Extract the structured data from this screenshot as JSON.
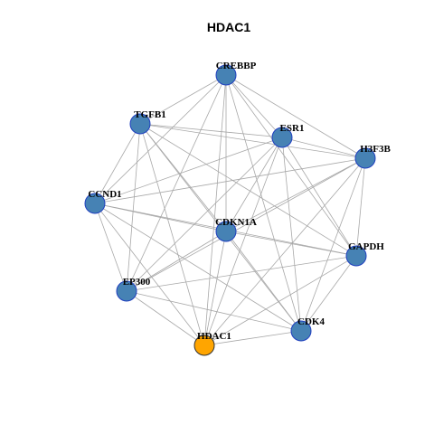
{
  "title": "HDAC1",
  "colors": {
    "node": "#4682b4",
    "node_border": "#1f3fbf",
    "focus_node": "#ffa500",
    "focus_border": "#333333",
    "edge": "#a8a8a8"
  },
  "focus": "HDAC1",
  "nodes": [
    {
      "id": "CREBBP"
    },
    {
      "id": "TGFB1"
    },
    {
      "id": "ESR1"
    },
    {
      "id": "H3F3B"
    },
    {
      "id": "CCND1"
    },
    {
      "id": "CDKN1A"
    },
    {
      "id": "GAPDH"
    },
    {
      "id": "EP300"
    },
    {
      "id": "CDK4"
    },
    {
      "id": "HDAC1"
    }
  ],
  "edges": [
    [
      "CREBBP",
      "TGFB1"
    ],
    [
      "CREBBP",
      "ESR1"
    ],
    [
      "CREBBP",
      "H3F3B"
    ],
    [
      "CREBBP",
      "CCND1"
    ],
    [
      "CREBBP",
      "CDKN1A"
    ],
    [
      "CREBBP",
      "GAPDH"
    ],
    [
      "CREBBP",
      "EP300"
    ],
    [
      "CREBBP",
      "CDK4"
    ],
    [
      "CREBBP",
      "HDAC1"
    ],
    [
      "TGFB1",
      "ESR1"
    ],
    [
      "TGFB1",
      "H3F3B"
    ],
    [
      "TGFB1",
      "CCND1"
    ],
    [
      "TGFB1",
      "CDKN1A"
    ],
    [
      "TGFB1",
      "GAPDH"
    ],
    [
      "TGFB1",
      "EP300"
    ],
    [
      "TGFB1",
      "CDK4"
    ],
    [
      "TGFB1",
      "HDAC1"
    ],
    [
      "ESR1",
      "H3F3B"
    ],
    [
      "ESR1",
      "CCND1"
    ],
    [
      "ESR1",
      "CDKN1A"
    ],
    [
      "ESR1",
      "GAPDH"
    ],
    [
      "ESR1",
      "EP300"
    ],
    [
      "ESR1",
      "CDK4"
    ],
    [
      "ESR1",
      "HDAC1"
    ],
    [
      "H3F3B",
      "CCND1"
    ],
    [
      "H3F3B",
      "CDKN1A"
    ],
    [
      "H3F3B",
      "GAPDH"
    ],
    [
      "H3F3B",
      "EP300"
    ],
    [
      "H3F3B",
      "CDK4"
    ],
    [
      "H3F3B",
      "HDAC1"
    ],
    [
      "CCND1",
      "CDKN1A"
    ],
    [
      "CCND1",
      "GAPDH"
    ],
    [
      "CCND1",
      "EP300"
    ],
    [
      "CCND1",
      "CDK4"
    ],
    [
      "CCND1",
      "HDAC1"
    ],
    [
      "CDKN1A",
      "GAPDH"
    ],
    [
      "CDKN1A",
      "EP300"
    ],
    [
      "CDKN1A",
      "CDK4"
    ],
    [
      "CDKN1A",
      "HDAC1"
    ],
    [
      "GAPDH",
      "EP300"
    ],
    [
      "GAPDH",
      "CDK4"
    ],
    [
      "GAPDH",
      "HDAC1"
    ],
    [
      "EP300",
      "CDK4"
    ],
    [
      "EP300",
      "HDAC1"
    ],
    [
      "CDK4",
      "HDAC1"
    ]
  ]
}
